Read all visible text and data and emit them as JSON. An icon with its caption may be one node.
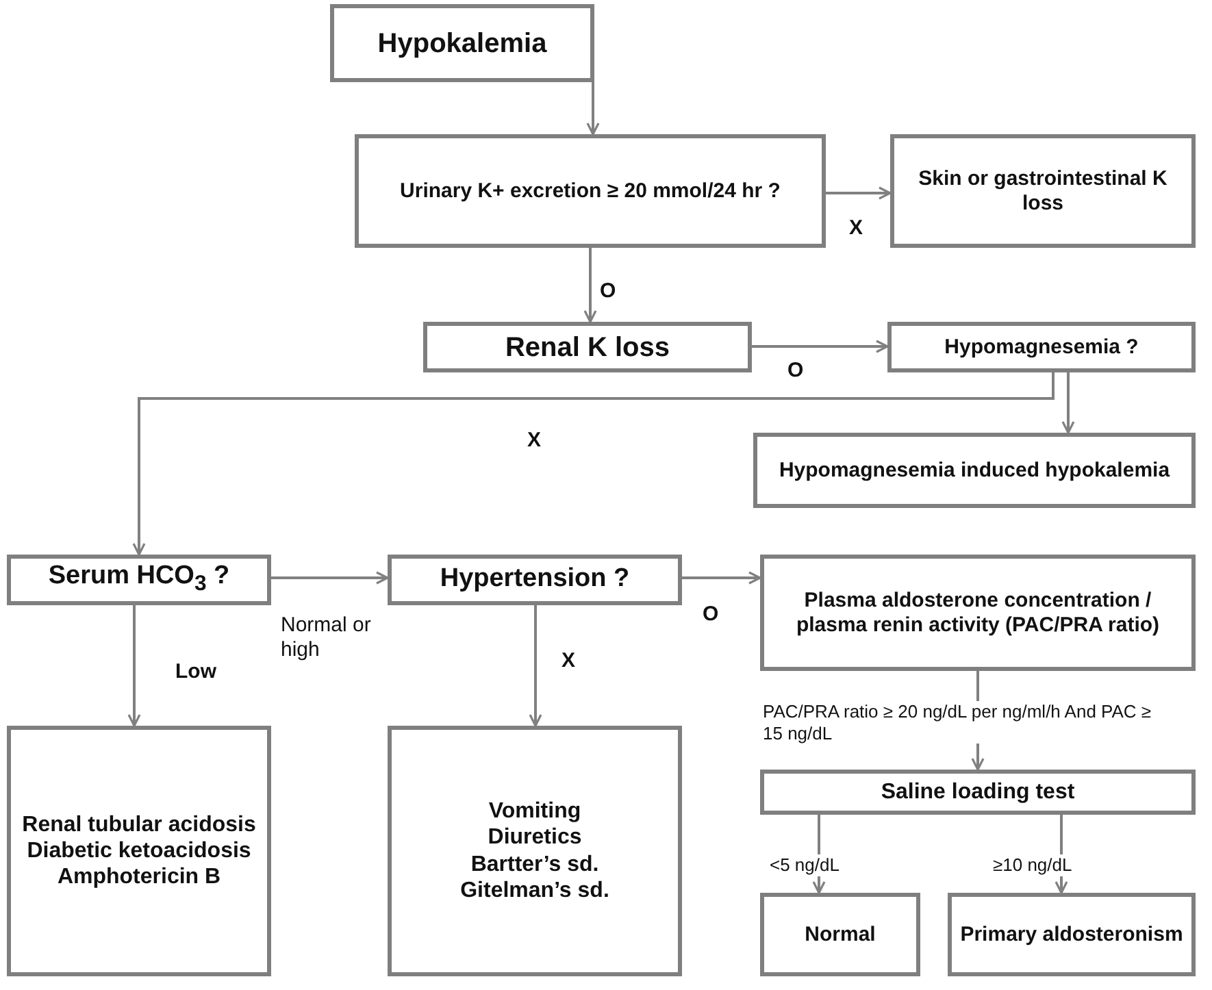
{
  "diagram": {
    "nodes": [
      {
        "text": [
          "Hypokalemia"
        ]
      },
      {
        "text": [
          "Urinary K+ excretion ≥ 20 mmol/24 hr ?"
        ]
      },
      {
        "text": [
          "Skin or gastrointestinal K loss"
        ]
      },
      {
        "text": [
          "Renal K loss"
        ]
      },
      {
        "text": [
          "Hypomagnesemia ?"
        ]
      },
      {
        "text": [
          "Hypomagnesemia induced hypokalemia"
        ]
      },
      {
        "text": [
          "Serum HCO$_{3}$ ?"
        ]
      },
      {
        "text": [
          "Hypertension ?"
        ]
      },
      {
        "text": [
          "Plasma aldosterone concentration / plasma renin activity (PAC/PRA ratio)"
        ]
      },
      {
        "text": [
          "Renal tubular acidosis",
          "Diabetic ketoacidosis",
          "Amphotericin B"
        ]
      },
      {
        "text": [
          "Vomiting",
          "Diuretics",
          "Bartter’s sd.",
          "Gitelman’s sd."
        ]
      },
      {
        "text": [
          "Saline loading test"
        ]
      },
      {
        "text": [
          "Normal"
        ]
      },
      {
        "text": [
          "Primary aldosteronism"
        ]
      }
    ],
    "edges": [
      {
        "from": 0,
        "to": 1,
        "arrow": "to"
      },
      {
        "from": 1,
        "to": 2,
        "arrow": "to",
        "label": "X"
      },
      {
        "from": 1,
        "to": 3,
        "arrow": "to",
        "label": "O"
      },
      {
        "from": 3,
        "to": 4,
        "arrow": "to",
        "label": "O"
      },
      {
        "from": 4,
        "to": 6,
        "arrow": "to",
        "label": "X"
      },
      {
        "from": 4,
        "to": 5,
        "arrow": "to"
      },
      {
        "from": 6,
        "to": 7,
        "arrow": "to",
        "label": "Normal or high"
      },
      {
        "from": 6,
        "to": 9,
        "arrow": "to",
        "label": "Low"
      },
      {
        "from": 7,
        "to": 8,
        "arrow": "to",
        "label": "O"
      },
      {
        "from": 7,
        "to": 10,
        "arrow": "to",
        "label": "X"
      },
      {
        "from": 8,
        "to": 11,
        "arrow": "to",
        "label": "PAC/PRA ratio ≥ 20 ng/dL per ng/ml/h And PAC ≥ 15 ng/dL"
      },
      {
        "from": 11,
        "to": 12,
        "arrow": "to",
        "label": "<5 ng/dL"
      },
      {
        "from": 11,
        "to": 13,
        "arrow": "to",
        "label": "≥10 ng/dL"
      }
    ]
  }
}
